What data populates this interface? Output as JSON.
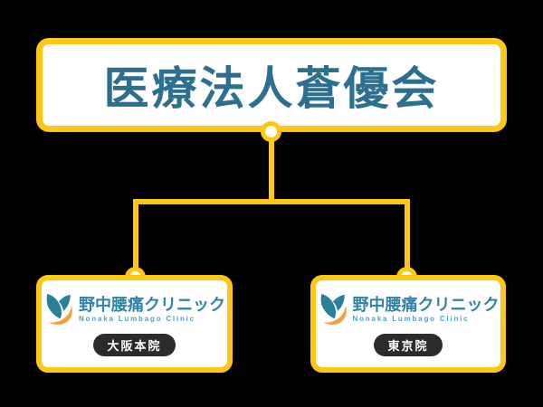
{
  "colors": {
    "background": "#000000",
    "yellow": "#ffc613",
    "teal": "#2d6f8e",
    "clinicBlue": "#2e84a8",
    "clinicBlueLight": "#4fa2c2",
    "logoTeal": "#2a8099",
    "logoOrange": "#f1a03a",
    "badgeBg": "#2b2b2b"
  },
  "org": {
    "title": "医療法人蒼優会"
  },
  "clinics": [
    {
      "name": "野中腰痛クリニック",
      "name_en": "Nonaka Lumbago Clinic",
      "branch": "大阪本院"
    },
    {
      "name": "野中腰痛クリニック",
      "name_en": "Nonaka Lumbago Clinic",
      "branch": "東京院"
    }
  ],
  "icons": {
    "logo": "nonaka-clinic-logo"
  }
}
